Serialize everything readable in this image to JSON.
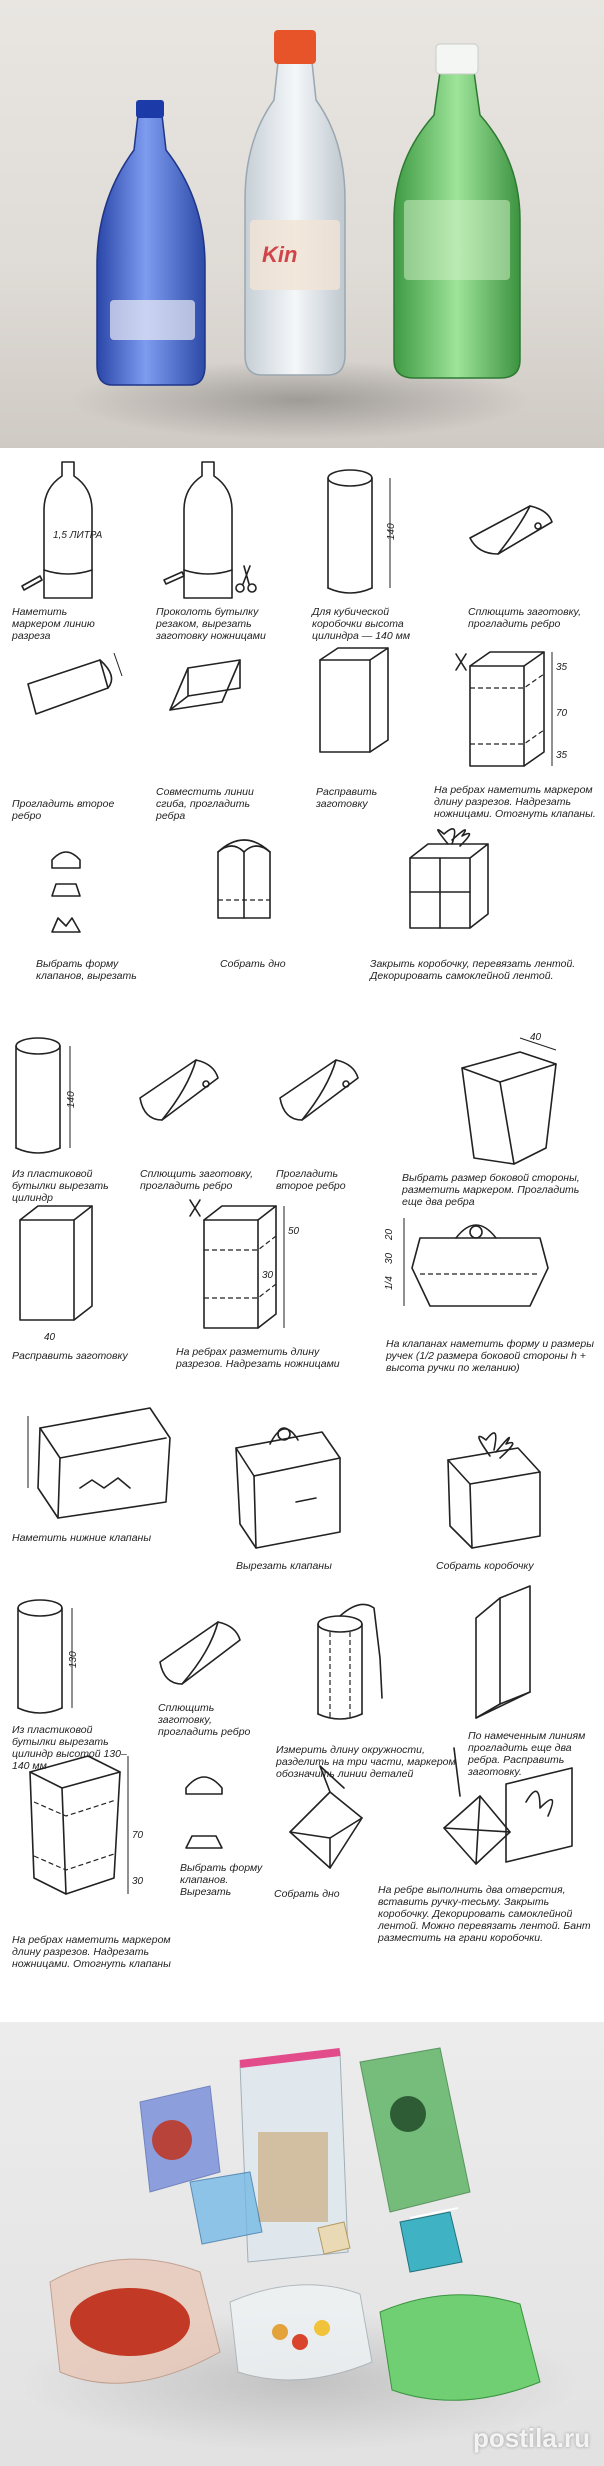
{
  "watermark": "postila.ru",
  "colors": {
    "blue_bottle": "#3f63c9",
    "clear_bottle": "#dfe6ea",
    "green_bottle": "#6cc46a",
    "orange_cap": "#e8542a"
  },
  "bottle_labels": {
    "litre": "1,5 ЛИТРА"
  },
  "dims": {
    "d140": "140",
    "d35a": "35",
    "d70": "70",
    "d35b": "35",
    "d140b": "140",
    "d40": "40",
    "d40b": "40",
    "d30": "30",
    "d50": "50",
    "d20": "20",
    "d30b": "30",
    "d14": "1/4",
    "d130": "130",
    "d70b": "70",
    "d30c": "30"
  },
  "steps": [
    "Наметить маркером линию разреза",
    "Проколоть бутылку резаком, вырезать заготовку ножницами",
    "Для кубической коробочки высота цилиндра — 140 мм",
    "Сплющить заготовку, прогладить ребро",
    "Прогладить второе ребро",
    "Совместить линии сгиба, прогладить ребра",
    "Расправить заготовку",
    "На ребрах наметить маркером длину разрезов. Надрезать ножницами. Отогнуть клапаны.",
    "Выбрать форму клапанов, вырезать",
    "Собрать дно",
    "Закрыть коробочку, перевязать лентой. Декорировать самоклейной лентой.",
    "Из пластиковой бутылки вырезать цилиндр",
    "Сплющить заготовку, прогладить ребро",
    "Прогладить второе ребро",
    "Выбрать размер боковой стороны, разметить маркером. Прогладить еще два ребра",
    "Расправить заготовку",
    "На ребрах разметить длину разрезов. Надрезать ножницами",
    "На клапанах наметить форму и размеры ручек (1/2 размера боковой стороны h + высота ручки по желанию)",
    "Наметить нижние клапаны",
    "Вырезать клапаны",
    "Собрать коробочку",
    "Из пластиковой бутылки вырезать цилиндр высотой 130–140 мм",
    "Сплющить заготовку, прогладить ребро",
    "Измерить длину окружности, разделить на три части, маркером обозначить линии деталей",
    "По намеченным линиям прогладить еще два ребра. Расправить заготовку.",
    "На ребрах наметить маркером длину разрезов. Надрезать ножницами. Отогнуть клапаны",
    "Выбрать форму клапанов. Вырезать",
    "Собрать дно",
    "На ребре выполнить два отверстия, вставить ручку-тесьму. Закрыть коробочку. Декорировать самоклейной лентой. Можно перевязать лентой. Бант разместить на грани коробочки."
  ]
}
